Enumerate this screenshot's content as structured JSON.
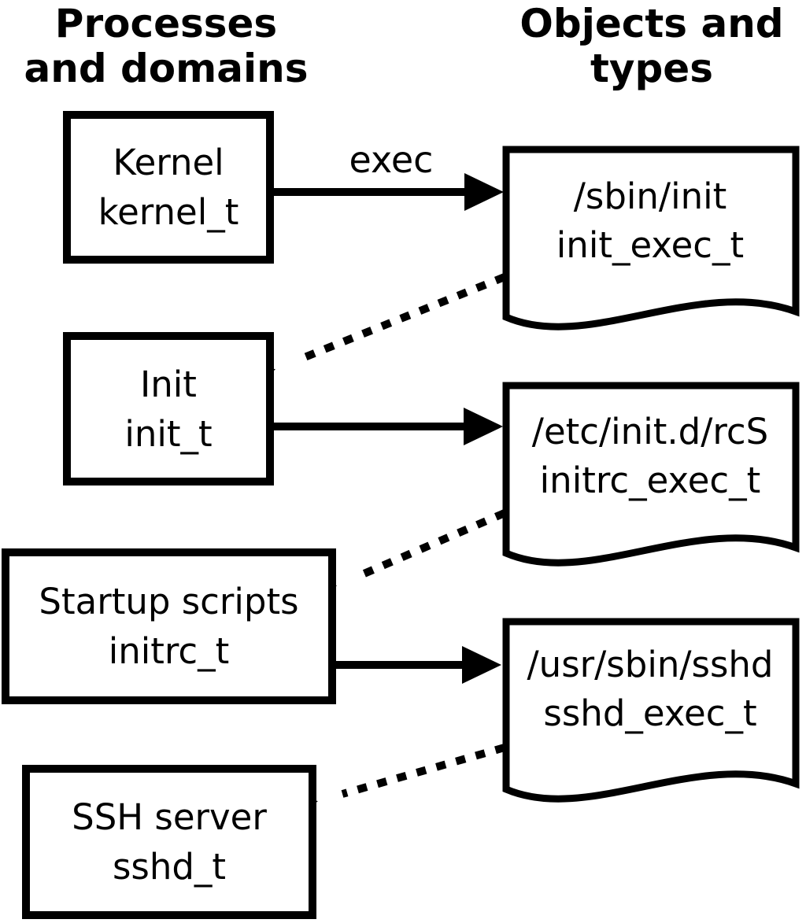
{
  "title_columns": {
    "left": {
      "line1": "Processes",
      "line2": "and domains"
    },
    "right": {
      "line1": "Objects and",
      "line2": "types"
    }
  },
  "process_boxes": [
    {
      "label": "Kernel",
      "domain": "kernel_t"
    },
    {
      "label": "Init",
      "domain": "init_t"
    },
    {
      "label": "Startup scripts",
      "domain": "initrc_t"
    },
    {
      "label": "SSH server",
      "domain": "sshd_t"
    }
  ],
  "object_docs": [
    {
      "path": "/sbin/init",
      "type": "init_exec_t"
    },
    {
      "path": "/etc/init.d/rcS",
      "type": "initrc_exec_t"
    },
    {
      "path": "/usr/sbin/sshd",
      "type": "sshd_exec_t"
    }
  ],
  "arrow_labels": {
    "exec": "exec"
  },
  "colors": {
    "ink": "#000000",
    "paper": "#ffffff"
  }
}
